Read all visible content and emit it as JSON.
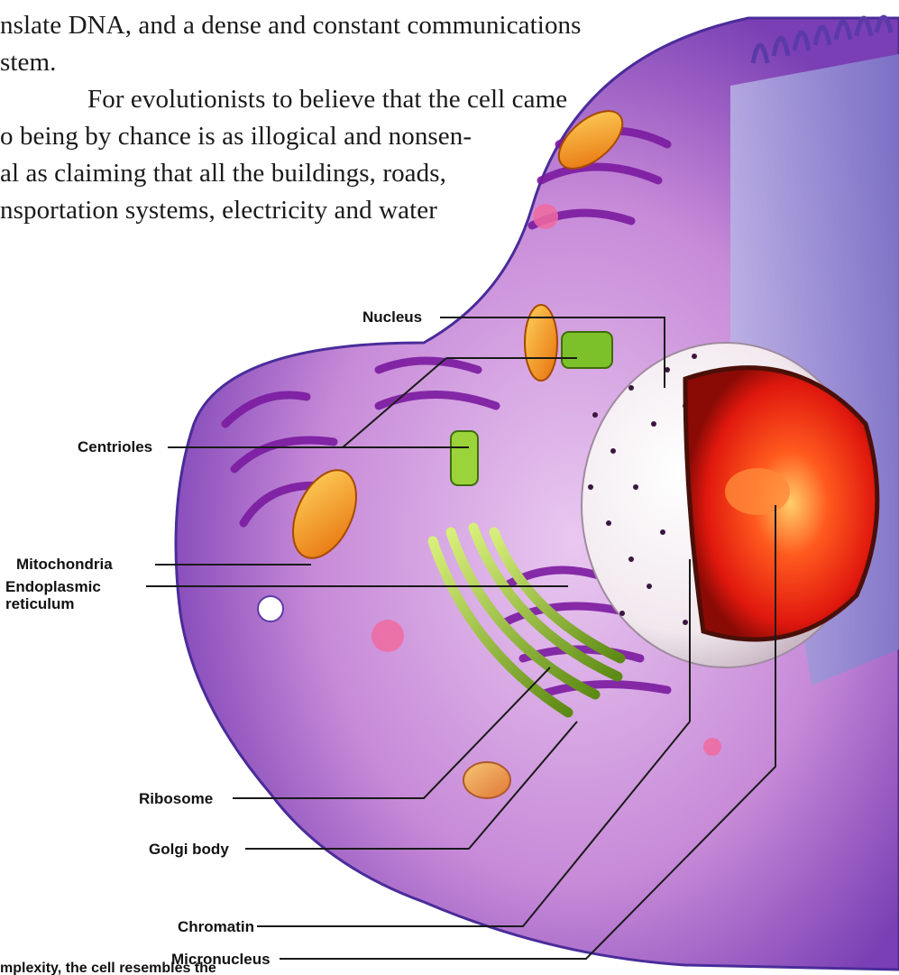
{
  "body_text": {
    "lines": [
      "nslate DNA, and a dense and constant communications",
      "stem.",
      "For evolutionists to believe that the cell came",
      "o being by chance is as illogical and nonsen-",
      "al as claiming that all the buildings, roads,",
      "nsportation systems, electricity and water"
    ]
  },
  "figure": {
    "labels": {
      "nucleus": "Nucleus",
      "centrioles": "Centrioles",
      "mitochondria": "Mitochondria",
      "endoplasmic_1": "Endoplasmic",
      "endoplasmic_2": "reticulum",
      "ribosome": "Ribosome",
      "golgi": "Golgi body",
      "chromatin": "Chromatin",
      "micronucleus": "Micronucleus"
    },
    "caption_fragment": "mplexity, the cell resembles the"
  }
}
